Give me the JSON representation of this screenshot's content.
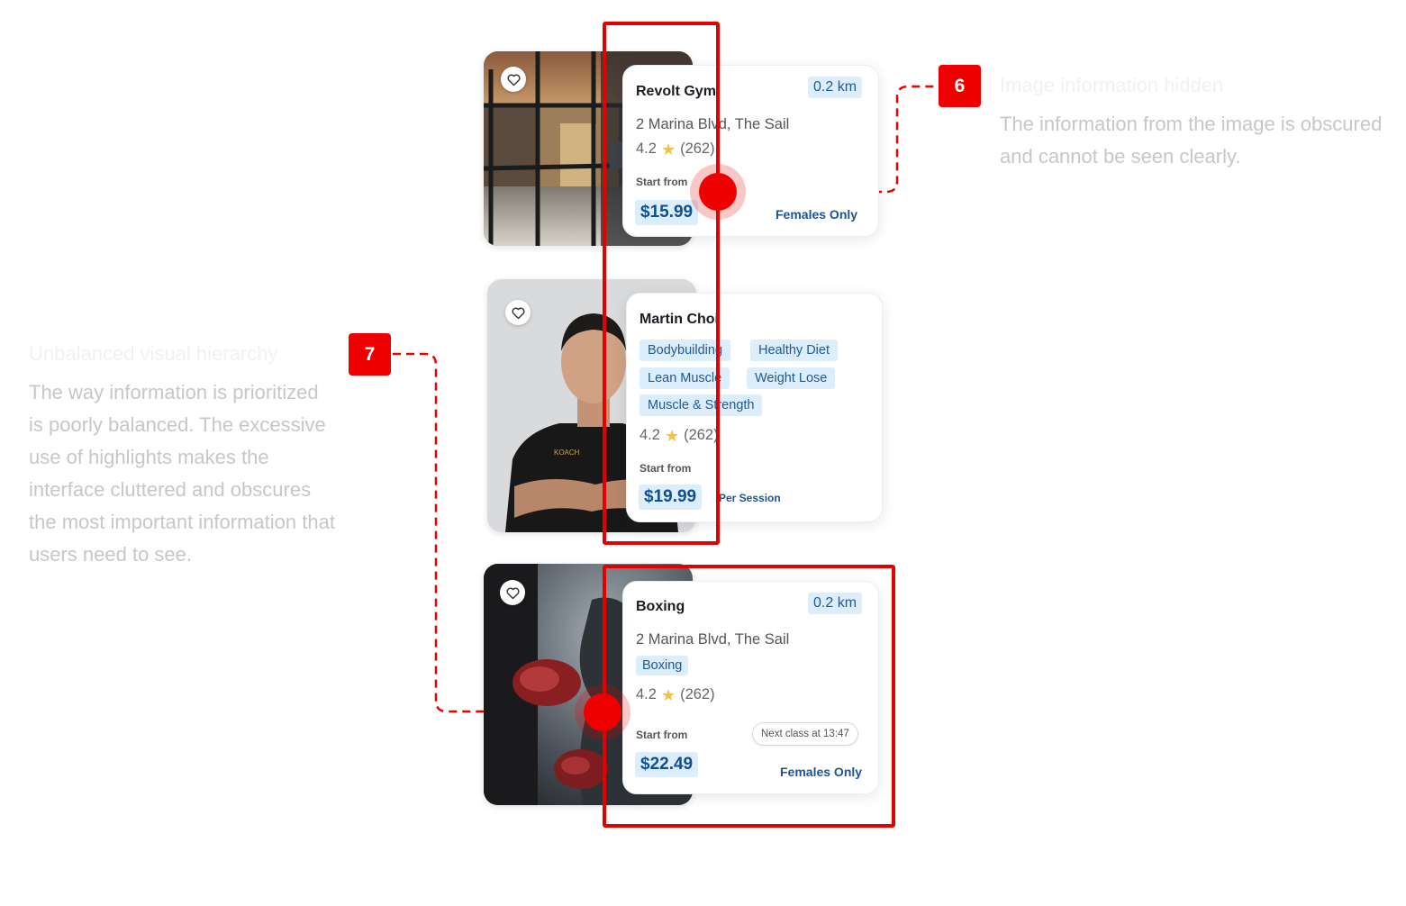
{
  "annotations": {
    "note6": {
      "badge": "6",
      "title": "Image information hidden",
      "body": "The information from the image is obscured and cannot be seen clearly."
    },
    "note7": {
      "badge": "7",
      "title": "Unbalanced visual hierarchy",
      "body": "The way information is prioritized is poorly balanced. The excessive use of highlights makes the interface cluttered and obscures the most important information that users need to see."
    },
    "colors": {
      "accent": "#ee0000",
      "highlight": "#dceefc",
      "price_text": "#114f93"
    }
  },
  "cards": {
    "gym": {
      "name": "Revolt Gym",
      "distance": "0.2 km",
      "address": "2 Marina Blvd, The Sail",
      "rating": "4.2",
      "reviews": "(262)",
      "start_from": "Start from",
      "price": "$15.99",
      "audience": "Females Only",
      "icons": {
        "favorite": "heart-icon",
        "rating": "star-icon"
      }
    },
    "trainer": {
      "name": "Martin Choi",
      "tags": [
        "Bodybuilding",
        "Healthy Diet",
        "Lean Muscle",
        "Weight Lose",
        "Muscle & Strength"
      ],
      "rating": "4.2",
      "reviews": "(262)",
      "start_from": "Start from",
      "price": "$19.99",
      "unit": "Per Session"
    },
    "boxing": {
      "name": "Boxing",
      "distance": "0.2 km",
      "address": "2 Marina Blvd, The Sail",
      "tag": "Boxing",
      "rating": "4.2",
      "reviews": "(262)",
      "start_from": "Start from",
      "next_class": "Next class at 13:47",
      "price": "$22.49",
      "audience": "Females Only"
    }
  }
}
